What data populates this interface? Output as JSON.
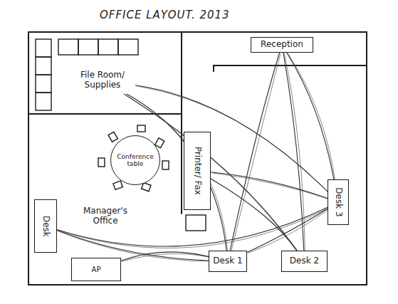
{
  "diagram": {
    "title": "OFFICE LAYOUT. 2013",
    "nodes": [
      {
        "text": [
          "File Room/ Supplies"
        ]
      },
      {
        "text": [
          "Reception"
        ]
      },
      {
        "text": [
          "Manager's Office"
        ]
      },
      {
        "text": [
          "Conference table"
        ],
        "in": 2
      },
      {
        "text": [
          "Desk"
        ],
        "in": 2
      },
      {
        "text": [
          "AP"
        ],
        "in": 2
      },
      {
        "text": [
          "Printer/ Fax"
        ]
      },
      {
        "text": [
          "Desk 3"
        ]
      },
      {
        "text": [
          "Desk 1"
        ]
      },
      {
        "text": [
          "Desk 2"
        ]
      }
    ],
    "edges": [
      {
        "from": 8,
        "to": 0,
        "arrow": "none"
      },
      {
        "from": 8,
        "to": 1,
        "arrow": "none"
      },
      {
        "from": 8,
        "to": 5,
        "arrow": "none"
      },
      {
        "from": 4,
        "to": 8,
        "arrow": "none"
      },
      {
        "from": 4,
        "to": 7,
        "arrow": "none"
      },
      {
        "from": 9,
        "to": 0,
        "arrow": "none"
      },
      {
        "from": 9,
        "to": 1,
        "arrow": "none"
      },
      {
        "from": 9,
        "to": 6,
        "arrow": "none"
      },
      {
        "from": 7,
        "to": 0,
        "arrow": "none"
      },
      {
        "from": 7,
        "to": 1,
        "arrow": "none"
      },
      {
        "from": 7,
        "to": 6,
        "arrow": "none"
      },
      {
        "from": 7,
        "to": 8,
        "arrow": "none"
      }
    ]
  }
}
